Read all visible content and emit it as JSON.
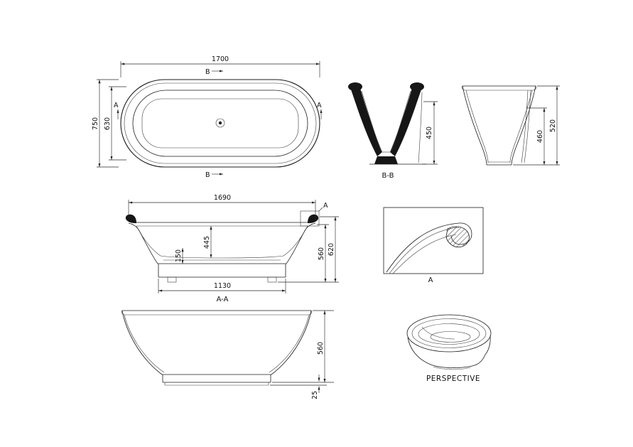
{
  "views": {
    "plan": {
      "dim_width": "1700",
      "dim_height_outer": "750",
      "dim_height_inner": "630",
      "marker_b": "B",
      "marker_a": "A"
    },
    "section_bb": {
      "label": "B-B",
      "dim_height": "450"
    },
    "end_view": {
      "dim_inner_height": "460",
      "dim_outer_height": "520"
    },
    "section_aa": {
      "label": "A-A",
      "dim_width": "1690",
      "dim_depth": "445",
      "dim_plinth": "150",
      "dim_height_rim": "560",
      "dim_height_total": "620",
      "dim_base_width": "1130",
      "detail_marker": "A"
    },
    "detail_a": {
      "label": "A"
    },
    "front": {
      "dim_height": "560",
      "dim_toe": "25"
    },
    "perspective": {
      "label": "PERSPECTIVE"
    }
  }
}
